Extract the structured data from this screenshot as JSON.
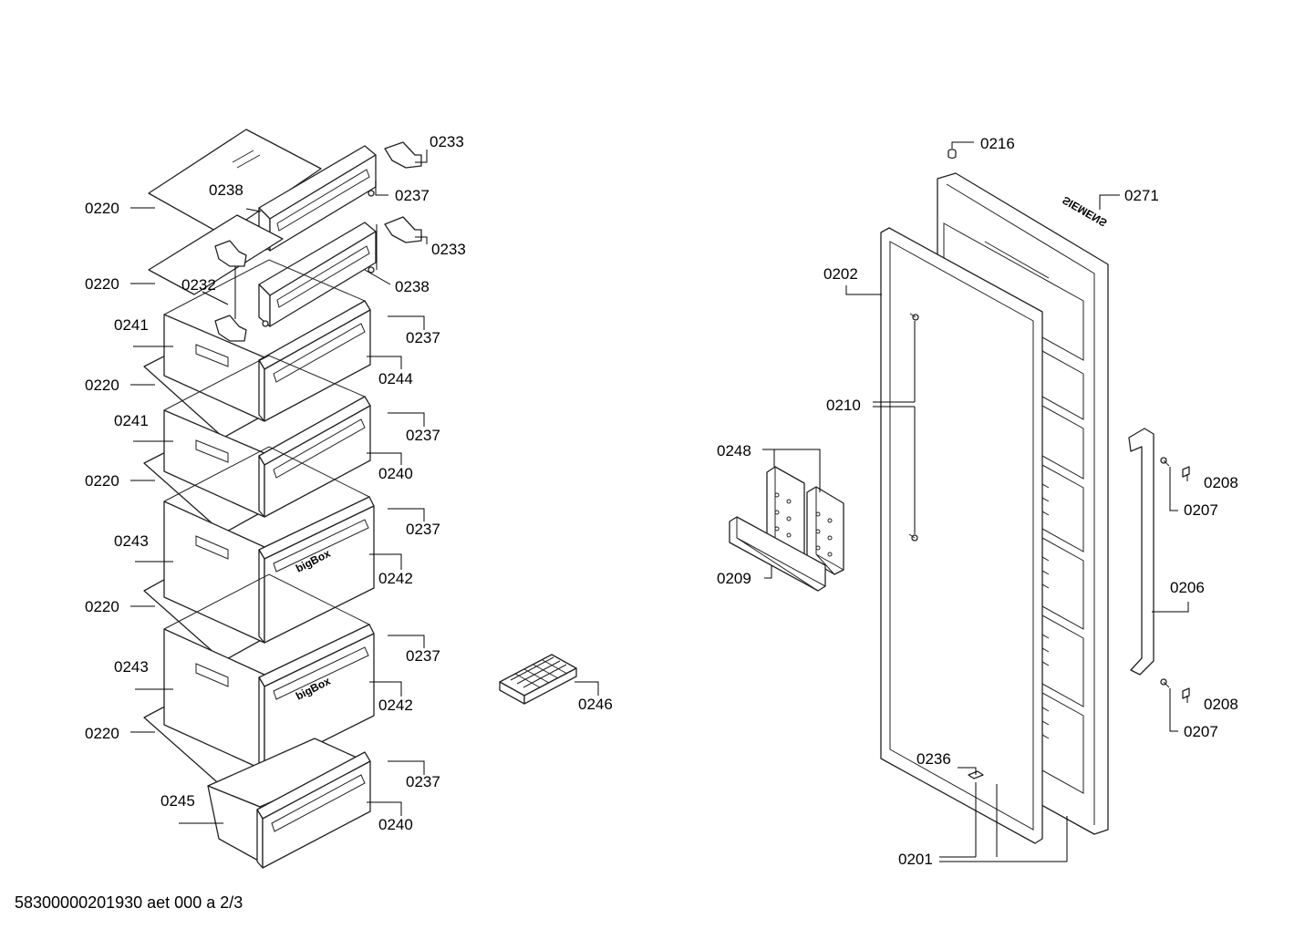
{
  "diagram": {
    "footer_text": "58300000201930 aet 000 a 2/3",
    "brand_text": "SIEMENS",
    "drawer_text": "bigBox",
    "parts": [
      {
        "id": "p0233a",
        "label": "0233"
      },
      {
        "id": "p0220a",
        "label": "0220"
      },
      {
        "id": "p0238a",
        "label": "0238"
      },
      {
        "id": "p0237a",
        "label": "0237"
      },
      {
        "id": "p0233b",
        "label": "0233"
      },
      {
        "id": "p0220b",
        "label": "0220"
      },
      {
        "id": "p0232",
        "label": "0232"
      },
      {
        "id": "p0238b",
        "label": "0238"
      },
      {
        "id": "p0241a",
        "label": "0241"
      },
      {
        "id": "p0237b",
        "label": "0237"
      },
      {
        "id": "p0244",
        "label": "0244"
      },
      {
        "id": "p0220c",
        "label": "0220"
      },
      {
        "id": "p0241b",
        "label": "0241"
      },
      {
        "id": "p0237c",
        "label": "0237"
      },
      {
        "id": "p0240a",
        "label": "0240"
      },
      {
        "id": "p0220d",
        "label": "0220"
      },
      {
        "id": "p0243a",
        "label": "0243"
      },
      {
        "id": "p0237d",
        "label": "0237"
      },
      {
        "id": "p0242a",
        "label": "0242"
      },
      {
        "id": "p0220e",
        "label": "0220"
      },
      {
        "id": "p0243b",
        "label": "0243"
      },
      {
        "id": "p0237e",
        "label": "0237"
      },
      {
        "id": "p0242b",
        "label": "0242"
      },
      {
        "id": "p0220f",
        "label": "0220"
      },
      {
        "id": "p0245",
        "label": "0245"
      },
      {
        "id": "p0237f",
        "label": "0237"
      },
      {
        "id": "p0240b",
        "label": "0240"
      },
      {
        "id": "p0246",
        "label": "0246"
      },
      {
        "id": "p0216",
        "label": "0216"
      },
      {
        "id": "p0271",
        "label": "0271"
      },
      {
        "id": "p0202",
        "label": "0202"
      },
      {
        "id": "p0210",
        "label": "0210"
      },
      {
        "id": "p0248",
        "label": "0248"
      },
      {
        "id": "p0209",
        "label": "0209"
      },
      {
        "id": "p0208a",
        "label": "0208"
      },
      {
        "id": "p0207a",
        "label": "0207"
      },
      {
        "id": "p0206",
        "label": "0206"
      },
      {
        "id": "p0208b",
        "label": "0208"
      },
      {
        "id": "p0207b",
        "label": "0207"
      },
      {
        "id": "p0236",
        "label": "0236"
      },
      {
        "id": "p0201",
        "label": "0201"
      }
    ]
  }
}
